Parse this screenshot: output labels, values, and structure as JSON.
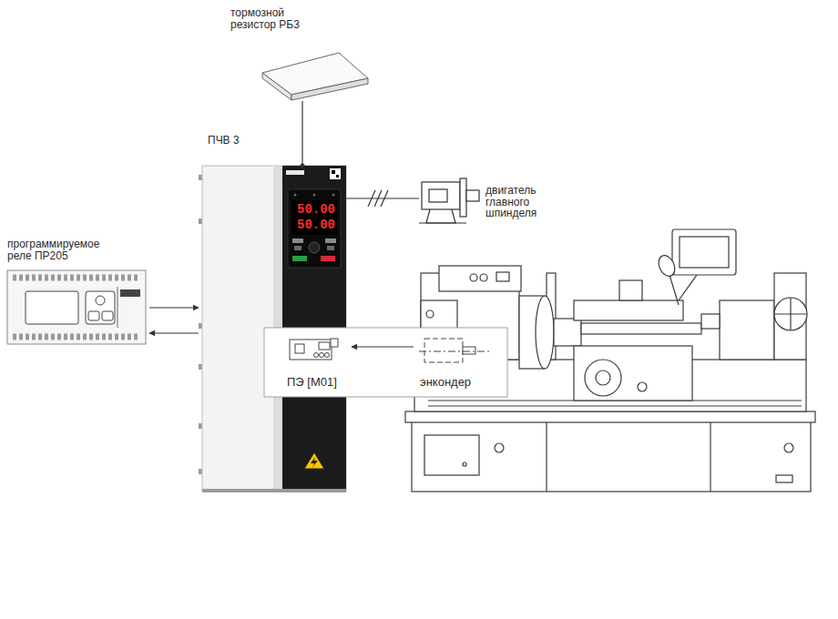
{
  "diagram": {
    "nodes": [
      {
        "text": [
          "тормозной резистор РБ3"
        ]
      },
      {
        "text": [
          "ПЧВ 3"
        ]
      },
      {
        "text": [
          "двигатель главного шпинделя"
        ]
      },
      {
        "text": [
          "программируемое реле ПР205"
        ]
      },
      {
        "text": [
          "ПЭ [М01]"
        ]
      },
      {
        "text": [
          "энкондер"
        ]
      }
    ],
    "edges": [
      {
        "from": 0,
        "to": 1,
        "arrow": "none"
      },
      {
        "from": 1,
        "to": 2,
        "arrow": "none"
      },
      {
        "from": 3,
        "to": 1,
        "arrow": "to"
      },
      {
        "from": 1,
        "to": 3,
        "arrow": "to"
      },
      {
        "from": 5,
        "to": 4,
        "arrow": "to"
      }
    ],
    "labels": [
      "50.00",
      "50.00"
    ]
  }
}
